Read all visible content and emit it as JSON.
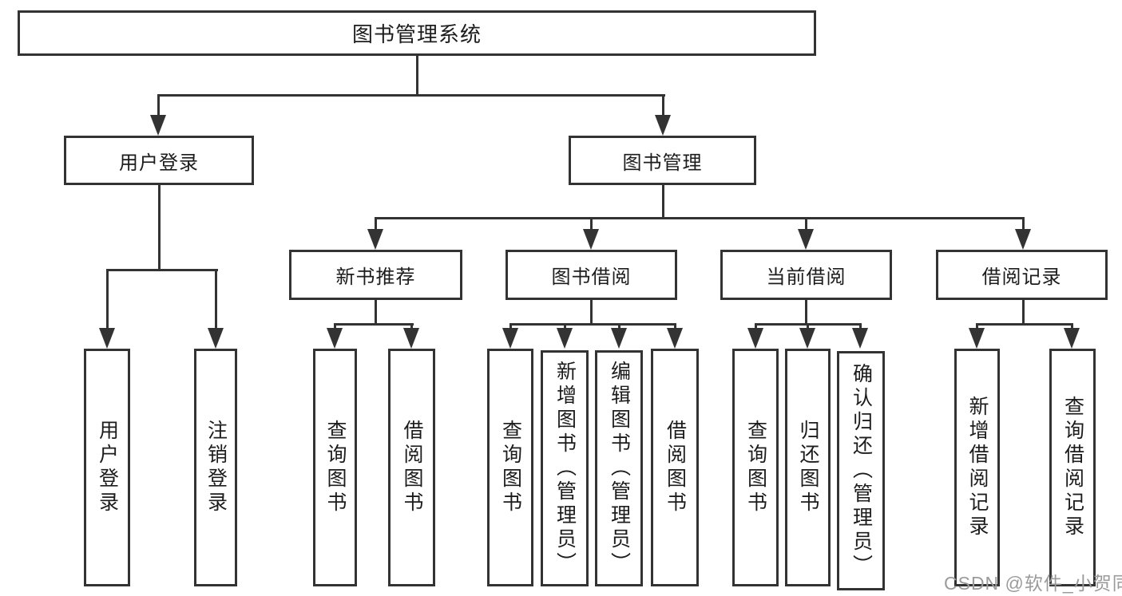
{
  "diagram": {
    "title": "图书管理系统",
    "root_label": "图书管理系统",
    "level2": [
      "用户登录",
      "图书管理"
    ],
    "level3": [
      "新书推荐",
      "图书借阅",
      "当前借阅",
      "借阅记录"
    ],
    "leaves_user": [
      "用户登录",
      "注销登录"
    ],
    "leaves_recommend": [
      "查询图书",
      "借阅图书"
    ],
    "leaves_borrow": [
      "查询图书",
      "新增图书（管理员）",
      "编辑图书（管理员）",
      "借阅图书"
    ],
    "leaves_current": [
      "查询图书",
      "归还图书",
      "确认归还（管理员）"
    ],
    "leaves_records": [
      "新增借阅记录",
      "查询借阅记录"
    ]
  },
  "watermark": {
    "text": "CSDN @软件_小贺同学"
  },
  "colors": {
    "line": "#333333",
    "text": "#1c1c1c",
    "background": "#ffffff",
    "watermark": "#9b9b9b"
  }
}
